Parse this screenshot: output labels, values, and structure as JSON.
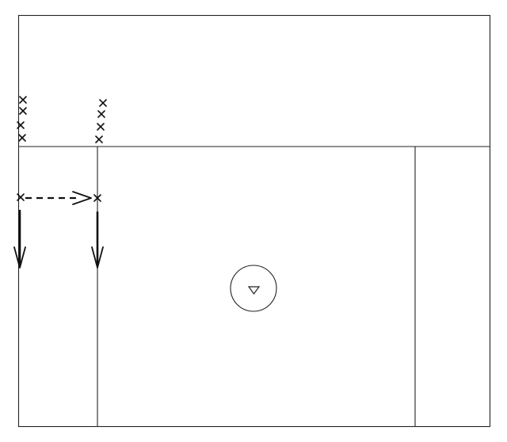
{
  "diagram": {
    "type": "drill-diagram",
    "colors": {
      "line": "#222222",
      "marker": "#111111",
      "background": "#ffffff"
    },
    "players": {
      "symbol": "×",
      "line_left_count": 4,
      "line_right_count": 4,
      "active_count": 2
    },
    "actions": {
      "pass": "dashed-arrow",
      "cut": "solid-arrow"
    },
    "goal": {
      "icon": "goal-crease-icon",
      "marker": "triangle-down"
    }
  }
}
